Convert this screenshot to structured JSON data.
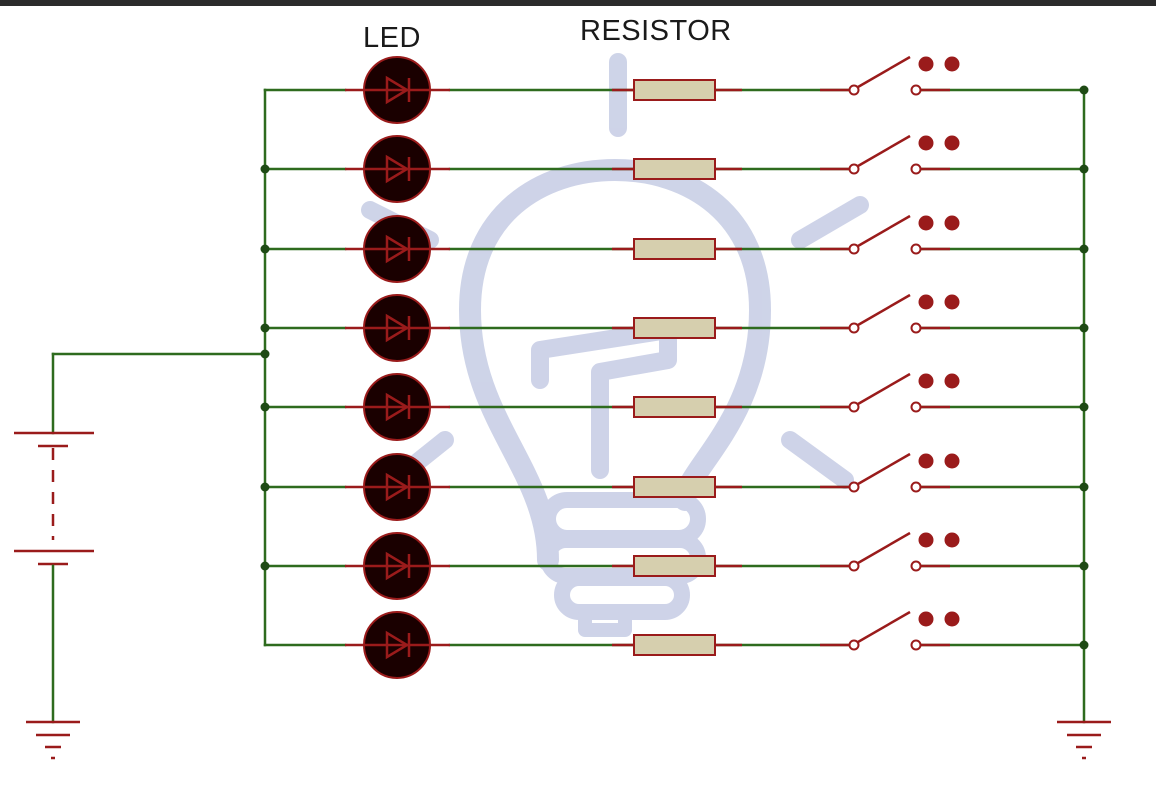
{
  "labels": {
    "led": "LED",
    "resistor": "RESISTOR"
  },
  "diagram": {
    "type": "circuit-schematic",
    "branch_count": 8,
    "branch_components": [
      "led",
      "resistor",
      "switch"
    ],
    "source": "battery",
    "grounds": 2,
    "watermark": "lightbulb-hand-icon"
  },
  "colors": {
    "wire": "#2e6b1e",
    "junction": "#1e4a14",
    "component_outline": "#9a1b1b",
    "led_fill": "#1a0000",
    "resistor_fill": "#d6cfae",
    "watermark": "#c9cfe6"
  }
}
